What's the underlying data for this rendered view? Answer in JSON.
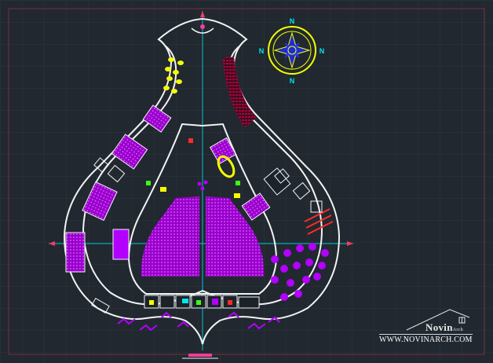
{
  "canvas": {
    "background": "#212830",
    "grid_color": "#2b333d",
    "frame_color": "#7a2b3f",
    "axis_color": "#00c8d2"
  },
  "palette": {
    "wall": "#f2f2f2",
    "seat": "#b300ff",
    "seat_dark": "#9a00cc",
    "accent_yellow": "#f4ff00",
    "accent_red": "#ff2a2a",
    "accent_cyan": "#00e6e6",
    "accent_green": "#39ff14",
    "brick": "#b0003a"
  },
  "compass": {
    "icon": "compass-rose-icon",
    "north_label": "N",
    "east_label": "N",
    "west_label": "N",
    "south_label": "N",
    "ring_color": "#f4ff00",
    "star_color": "#1e2bd9"
  },
  "watermark": {
    "brand": "Novin",
    "brand_suffix": "Arch",
    "url": "WWW.NOVINARCH.COM"
  }
}
